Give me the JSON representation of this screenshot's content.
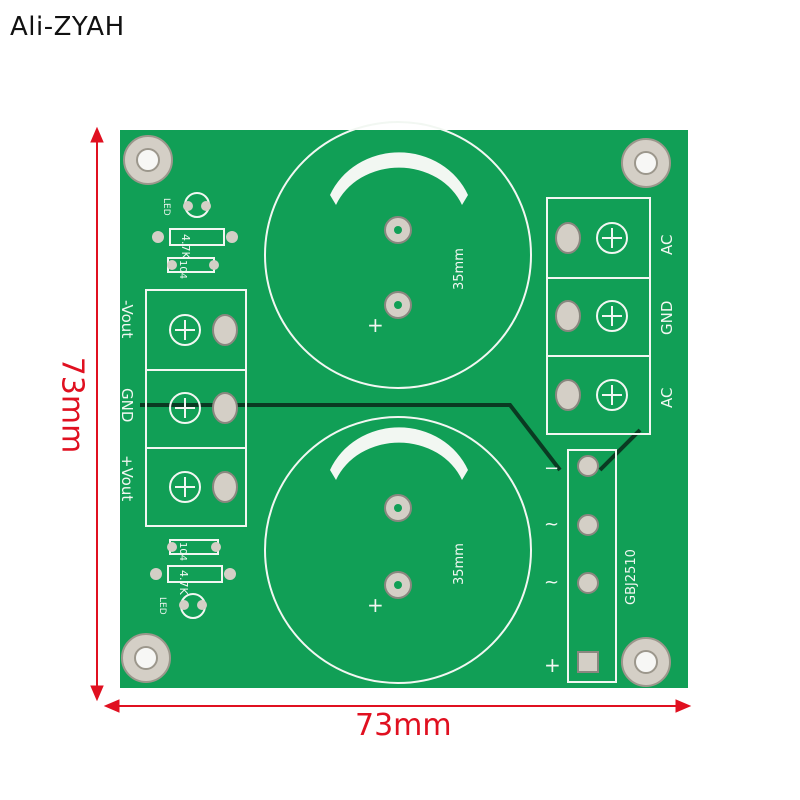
{
  "brand": {
    "text": "Ali-ZYAH"
  },
  "dimensions": {
    "width_label": "73mm",
    "height_label": "73mm"
  },
  "colors": {
    "pcb": "#119f56",
    "silk": "#f2f7f2",
    "trace": "#0a3a22",
    "pad": "#d4cfc6",
    "dimension": "#e01020"
  },
  "board": {
    "capacitor_label": "35mm",
    "plus_sign": "+",
    "led_label": "LED",
    "resistor_label": "4.7K",
    "cap_small_label": "104",
    "left_terminals": [
      "-Vout",
      "GND",
      "+Vout"
    ],
    "right_terminals": [
      "AC",
      "GND",
      "AC"
    ],
    "bridge_label": "GBJ2510",
    "bridge_pins": [
      "−",
      "~",
      "~",
      "+"
    ]
  }
}
